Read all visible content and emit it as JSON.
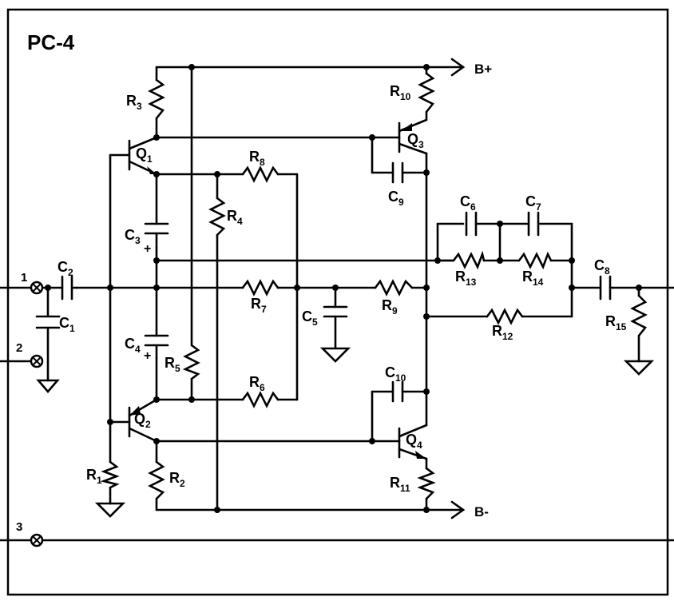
{
  "title": "PC-4",
  "rails": {
    "positive": "B+",
    "negative": "B-"
  },
  "terminals": [
    "1",
    "2",
    "3"
  ],
  "transistors": [
    {
      "name": "Q",
      "sub": "1"
    },
    {
      "name": "Q",
      "sub": "2"
    },
    {
      "name": "Q",
      "sub": "3"
    },
    {
      "name": "Q",
      "sub": "4"
    }
  ],
  "resistors": [
    {
      "name": "R",
      "sub": "1"
    },
    {
      "name": "R",
      "sub": "2"
    },
    {
      "name": "R",
      "sub": "3"
    },
    {
      "name": "R",
      "sub": "4"
    },
    {
      "name": "R",
      "sub": "5"
    },
    {
      "name": "R",
      "sub": "6"
    },
    {
      "name": "R",
      "sub": "7"
    },
    {
      "name": "R",
      "sub": "8"
    },
    {
      "name": "R",
      "sub": "9"
    },
    {
      "name": "R",
      "sub": "10"
    },
    {
      "name": "R",
      "sub": "11"
    },
    {
      "name": "R",
      "sub": "12"
    },
    {
      "name": "R",
      "sub": "13"
    },
    {
      "name": "R",
      "sub": "14"
    },
    {
      "name": "R",
      "sub": "15"
    }
  ],
  "capacitors": [
    {
      "name": "C",
      "sub": "1"
    },
    {
      "name": "C",
      "sub": "2"
    },
    {
      "name": "C",
      "sub": "3"
    },
    {
      "name": "C",
      "sub": "4"
    },
    {
      "name": "C",
      "sub": "5"
    },
    {
      "name": "C",
      "sub": "6"
    },
    {
      "name": "C",
      "sub": "7"
    },
    {
      "name": "C",
      "sub": "8"
    },
    {
      "name": "C",
      "sub": "9"
    },
    {
      "name": "C",
      "sub": "10"
    }
  ],
  "polarity_mark": "+"
}
